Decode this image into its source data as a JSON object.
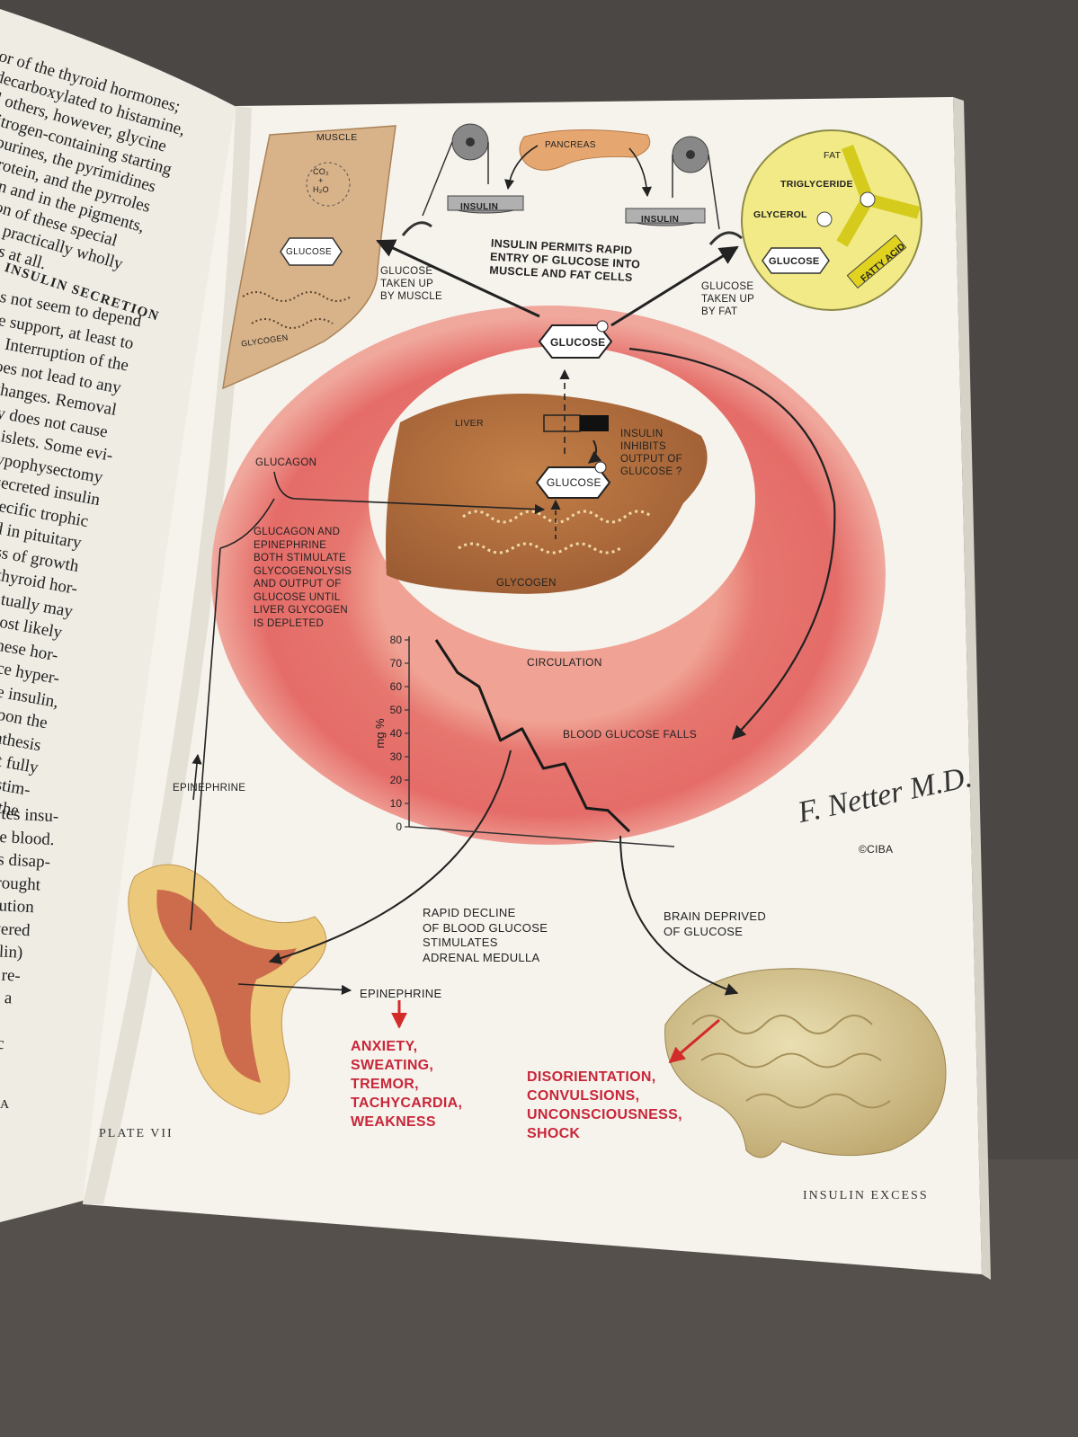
{
  "left_page": {
    "heading": "INSULIN SECRETION",
    "lines_top": [
      "or of the thyroid hormones;",
      "decarboxylated to histamine,",
      "ll others, however, glycine",
      "nitrogen-containing starting",
      "e purines, the pyrimidines",
      "oprotein, and the pyrroles",
      "obin and in the pigments,",
      "lation of these special",
      "es is practically wholly",
      "erates at all."
    ],
    "lines_mid": [
      "s not seem to depend",
      "e support, at least to",
      ". Interruption of the",
      "oes not lead to any",
      "changes. Removal",
      "ry does not cause",
      "e islets. Some evi-",
      "hypophysectomy",
      "l secreted insulin",
      "specific trophic",
      "ted in pituitary",
      "cess of growth",
      "or thyroid hor-",
      "ventually may",
      "e most likely",
      "of these hor-",
      "oduce hyper-",
      "more insulin,",
      "on upon the",
      "iosynthesis",
      "ot yet fully",
      "ogic stim-",
      "to be the"
    ],
    "lines_bottom": [
      "tes insu-",
      "e blood.",
      "s disap-",
      "rought",
      "tution",
      "vered",
      "ulin)",
      "n re-",
      "in a",
      "",
      "nic"
    ],
    "corner_letter": "A"
  },
  "diagram": {
    "muscle": "MUSCLE",
    "co2_h2o": "CO₂\n+\nH₂O",
    "glucose_muscle": "GLUCOSE",
    "glycogen_muscle": "GLYCOGEN",
    "pancreas": "PANCREAS",
    "insulin_left": "INSULIN",
    "insulin_right": "INSULIN",
    "fat": "FAT",
    "triglyceride": "TRIGLYCERIDE",
    "glycerol": "GLYCEROL",
    "glucose_fat": "GLUCOSE",
    "fatty_acid": "FATTY ACID",
    "insulin_permits": "INSULIN PERMITS RAPID\nENTRY OF GLUCOSE INTO\nMUSCLE AND FAT CELLS",
    "taken_up_muscle": "GLUCOSE\nTAKEN UP\nBY MUSCLE",
    "taken_up_fat": "GLUCOSE\nTAKEN UP\nBY FAT",
    "glucose_blood": "GLUCOSE",
    "liver": "LIVER",
    "glucose_liver": "GLUCOSE",
    "glycogen_liver": "GLYCOGEN",
    "insulin_inhibits": "INSULIN\nINHIBITS\nOUTPUT OF\nGLUCOSE ?",
    "glucagon": "GLUCAGON",
    "glucagon_epi": "GLUCAGON AND\nEPINEPHRINE\nBOTH STIMULATE\nGLYCOGENOLYSIS\nAND OUTPUT OF\nGLUCOSE UNTIL\nLIVER GLYCOGEN\nIS DEPLETED",
    "circulation": "CIRCULATION",
    "blood_glucose_falls": "BLOOD GLUCOSE FALLS",
    "epinephrine_left": "EPINEPHRINE",
    "rapid_decline": "RAPID DECLINE\nOF BLOOD GLUCOSE\nSTIMULATES\nADRENAL MEDULLA",
    "brain_deprived": "BRAIN DEPRIVED\nOF GLUCOSE",
    "epinephrine_bottom": "EPINEPHRINE",
    "symptoms_adrenal": "ANXIETY,\nSWEATING,\nTREMOR,\nTACHYCARDIA,\nWEAKNESS",
    "symptoms_brain": "DISORIENTATION,\nCONVULSIONS,\nUNCONSCIOUSNESS,\nSHOCK",
    "signature": "F. Netter M.D.",
    "copyright": "©CIBA",
    "plate": "PLATE VII",
    "title": "INSULIN EXCESS"
  },
  "chart_data": {
    "type": "line",
    "ylabel": "mg %",
    "yticks": [
      "0",
      "10",
      "20",
      "30",
      "40",
      "50",
      "60",
      "70",
      "80"
    ],
    "ylim": [
      0,
      80
    ],
    "x": [
      0,
      1,
      2,
      3,
      4,
      5,
      6,
      7,
      8,
      9
    ],
    "values": [
      80,
      66,
      60,
      37,
      42,
      25,
      27,
      8,
      7,
      -2
    ],
    "grid": false
  },
  "colors": {
    "paper": "#f6f3ec",
    "ring": "#e26e6c",
    "ring_light": "#f5b3a5",
    "liver": "#b06a3a",
    "muscle": "#d9b48a",
    "fat": "#f2ec8e",
    "brain": "#d9c892",
    "symptom_red": "#c8263a"
  }
}
